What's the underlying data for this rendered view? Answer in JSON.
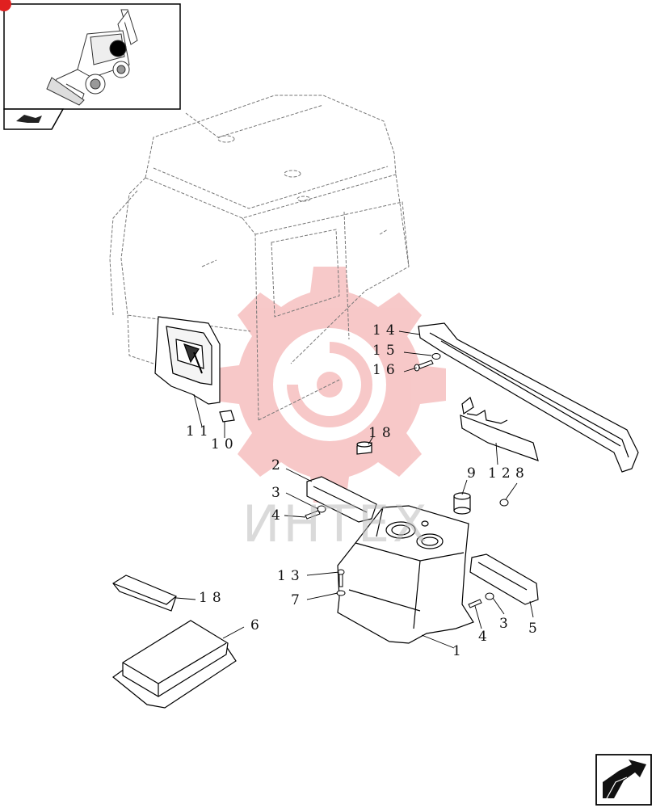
{
  "thumbnail": {
    "icon": "backhoe-loader-thumbnail"
  },
  "nav": {
    "prev_icon": "back-arrow-icon",
    "next_icon": "next-arrow-icon"
  },
  "watermark": {
    "text": "ИНТЕХ",
    "color": "#f3b7b7"
  },
  "callouts": [
    {
      "id": "l14",
      "text": "14"
    },
    {
      "id": "l15",
      "text": "15"
    },
    {
      "id": "l16",
      "text": "16"
    },
    {
      "id": "l11",
      "text": "11"
    },
    {
      "id": "l10",
      "text": "10"
    },
    {
      "id": "l18a",
      "text": "18"
    },
    {
      "id": "l2",
      "text": "2"
    },
    {
      "id": "l3a",
      "text": "3"
    },
    {
      "id": "l4a",
      "text": "4"
    },
    {
      "id": "l9",
      "text": "9"
    },
    {
      "id": "l12",
      "text": "12"
    },
    {
      "id": "l8",
      "text": "8"
    },
    {
      "id": "l13",
      "text": "13"
    },
    {
      "id": "l7",
      "text": "7"
    },
    {
      "id": "l18b",
      "text": "18"
    },
    {
      "id": "l6",
      "text": "6"
    },
    {
      "id": "l4b",
      "text": "4"
    },
    {
      "id": "l3b",
      "text": "3"
    },
    {
      "id": "l5",
      "text": "5"
    },
    {
      "id": "l1",
      "text": "1"
    }
  ]
}
